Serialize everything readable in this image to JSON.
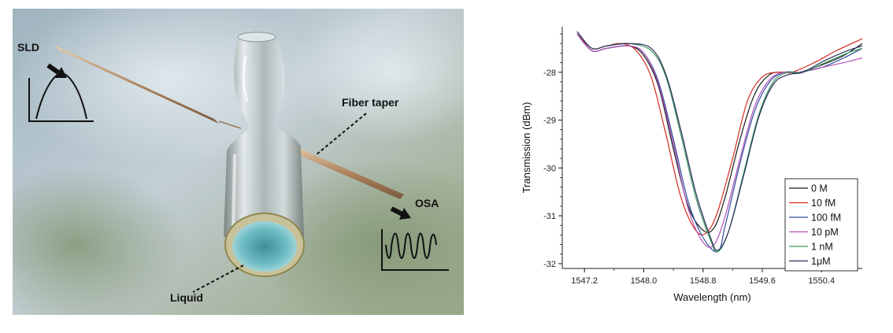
{
  "scene": {
    "labels": {
      "sld": "SLD",
      "fiber_taper": "Fiber taper",
      "osa": "OSA",
      "liquid": "Liquid"
    }
  },
  "chart_data": {
    "type": "line",
    "xlabel": "Wavelength (nm)",
    "ylabel": "Transmission (dBm)",
    "xlim": [
      1546.9,
      1550.95
    ],
    "ylim": [
      -32.1,
      -27.05
    ],
    "xticks": [
      "1547.2",
      "1548.0",
      "1548.8",
      "1549.6",
      "1550.4"
    ],
    "xtick_values": [
      1547.2,
      1548.0,
      1548.8,
      1549.6,
      1550.4
    ],
    "yticks": [
      "-28",
      "-29",
      "-30",
      "-31",
      "-32"
    ],
    "ytick_values": [
      -28,
      -29,
      -30,
      -31,
      -32
    ],
    "legend_position": "bottom-right",
    "series": [
      {
        "name": "0 M",
        "color": "#1a1a1a",
        "x": [
          1547.1,
          1547.3,
          1547.5,
          1547.8,
          1548.0,
          1548.2,
          1548.4,
          1548.6,
          1548.8,
          1548.95,
          1549.1,
          1549.3,
          1549.5,
          1549.7,
          1549.9,
          1550.1,
          1550.4,
          1550.7,
          1550.95
        ],
        "y": [
          -27.2,
          -27.55,
          -27.5,
          -27.45,
          -27.65,
          -28.3,
          -29.6,
          -30.8,
          -31.3,
          -31.25,
          -30.6,
          -29.4,
          -28.45,
          -28.05,
          -28.0,
          -28.0,
          -27.85,
          -27.65,
          -27.4
        ]
      },
      {
        "name": "10 fM",
        "color": "#d42a1e",
        "x": [
          1547.1,
          1547.3,
          1547.5,
          1547.7,
          1547.9,
          1548.1,
          1548.3,
          1548.5,
          1548.7,
          1548.85,
          1549.0,
          1549.2,
          1549.4,
          1549.6,
          1549.8,
          1550.0,
          1550.3,
          1550.6,
          1550.95
        ],
        "y": [
          -27.2,
          -27.5,
          -27.45,
          -27.4,
          -27.55,
          -28.1,
          -29.3,
          -30.6,
          -31.3,
          -31.35,
          -30.9,
          -29.8,
          -28.6,
          -28.1,
          -28.0,
          -28.0,
          -27.8,
          -27.55,
          -27.3
        ]
      },
      {
        "name": "100 fM",
        "color": "#2f4f9f",
        "x": [
          1547.1,
          1547.3,
          1547.5,
          1547.8,
          1548.0,
          1548.2,
          1548.4,
          1548.6,
          1548.8,
          1549.0,
          1549.1,
          1549.3,
          1549.5,
          1549.7,
          1549.9,
          1550.1,
          1550.4,
          1550.7,
          1550.95
        ],
        "y": [
          -27.2,
          -27.55,
          -27.5,
          -27.45,
          -27.6,
          -28.2,
          -29.4,
          -30.7,
          -31.45,
          -31.75,
          -31.2,
          -29.9,
          -28.8,
          -28.2,
          -28.0,
          -28.0,
          -27.9,
          -27.7,
          -27.5
        ]
      },
      {
        "name": "10 pM",
        "color": "#b253b8",
        "x": [
          1547.1,
          1547.3,
          1547.5,
          1547.8,
          1548.0,
          1548.2,
          1548.4,
          1548.6,
          1548.8,
          1548.95,
          1549.1,
          1549.3,
          1549.5,
          1549.7,
          1549.9,
          1550.1,
          1550.4,
          1550.7,
          1550.95
        ],
        "y": [
          -27.2,
          -27.55,
          -27.5,
          -27.45,
          -27.6,
          -28.25,
          -29.5,
          -30.85,
          -31.55,
          -31.6,
          -31.0,
          -29.8,
          -28.7,
          -28.15,
          -28.0,
          -28.0,
          -27.9,
          -27.8,
          -27.7
        ]
      },
      {
        "name": "1 nM",
        "color": "#3a9a5e",
        "x": [
          1547.1,
          1547.3,
          1547.5,
          1547.8,
          1548.1,
          1548.3,
          1548.5,
          1548.7,
          1548.9,
          1549.0,
          1549.15,
          1549.35,
          1549.55,
          1549.75,
          1549.95,
          1550.15,
          1550.45,
          1550.75,
          1550.95
        ],
        "y": [
          -27.15,
          -27.5,
          -27.45,
          -27.4,
          -27.55,
          -28.1,
          -29.3,
          -30.6,
          -31.5,
          -31.75,
          -31.3,
          -30.1,
          -28.9,
          -28.2,
          -28.0,
          -28.0,
          -27.8,
          -27.6,
          -27.5
        ]
      },
      {
        "name": "1μM",
        "color": "#2c2c5c",
        "x": [
          1547.1,
          1547.3,
          1547.5,
          1547.8,
          1548.1,
          1548.3,
          1548.5,
          1548.7,
          1548.9,
          1549.0,
          1549.15,
          1549.35,
          1549.55,
          1549.75,
          1549.95,
          1550.15,
          1550.45,
          1550.75,
          1550.95
        ],
        "y": [
          -27.15,
          -27.5,
          -27.45,
          -27.4,
          -27.5,
          -28.05,
          -29.2,
          -30.5,
          -31.45,
          -31.72,
          -31.3,
          -30.15,
          -28.95,
          -28.25,
          -28.05,
          -28.0,
          -27.75,
          -27.55,
          -27.45
        ]
      }
    ]
  }
}
